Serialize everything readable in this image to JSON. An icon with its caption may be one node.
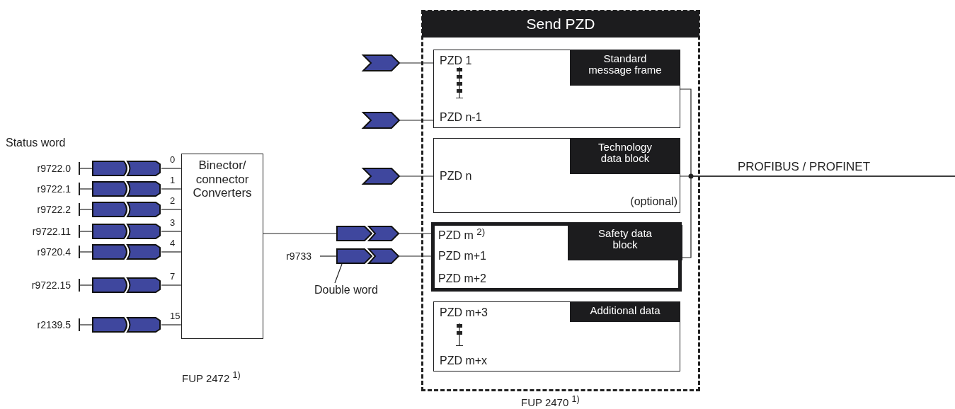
{
  "diagram": {
    "nodes": [
      {
        "text": [
          "r9722.0"
        ]
      },
      {
        "text": [],
        "shape": "chevron"
      },
      {
        "text": [
          "r9722.1"
        ]
      },
      {
        "text": [],
        "shape": "chevron"
      },
      {
        "text": [
          "r9722.2"
        ]
      },
      {
        "text": [],
        "shape": "chevron"
      },
      {
        "text": [
          "r9722.11"
        ]
      },
      {
        "text": [],
        "shape": "chevron"
      },
      {
        "text": [
          "r9720.4"
        ]
      },
      {
        "text": [],
        "shape": "chevron"
      },
      {
        "text": [
          "r9722.15"
        ]
      },
      {
        "text": [],
        "shape": "chevron"
      },
      {
        "text": [
          "r2139.5"
        ]
      },
      {
        "text": [],
        "shape": "chevron"
      },
      {
        "text": [
          "Binector/ connector Converters"
        ],
        "beside": [
          "FUP 2472 $^{1)}$"
        ]
      },
      {
        "text": [
          "r9733"
        ]
      },
      {
        "text": [],
        "shape": "chevron"
      },
      {
        "text": [],
        "shape": "chevron"
      },
      {
        "text": [
          "Double word"
        ]
      },
      {
        "text": [],
        "shape": "chevron"
      },
      {
        "text": [],
        "shape": "chevron"
      },
      {
        "text": [],
        "shape": "chevron"
      },
      {
        "text": [
          "Send PZD"
        ],
        "beside": [
          "FUP 2470 $^{1)}$"
        ]
      },
      {
        "text": [
          "PZD 1",
          "Standard message frame",
          "PZD n-1"
        ],
        "in": 22
      },
      {
        "text": [
          "Technology data block",
          "PZD n",
          "(optional)"
        ],
        "in": 22
      },
      {
        "text": [
          "PZD m $^{2)}$",
          "Safety data block",
          "PZD m+1",
          "PZD m+2"
        ],
        "in": 22
      },
      {
        "text": [
          "PZD m+3",
          "Additional data",
          "PZD m+x"
        ],
        "in": 22
      }
    ],
    "edges": [
      {
        "from": 0,
        "to": 1,
        "arrow": "other"
      },
      {
        "from": 2,
        "to": 3,
        "arrow": "other"
      },
      {
        "from": 4,
        "to": 5,
        "arrow": "other"
      },
      {
        "from": 6,
        "to": 7,
        "arrow": "other"
      },
      {
        "from": 8,
        "to": 9,
        "arrow": "other"
      },
      {
        "from": 10,
        "to": 11,
        "arrow": "other"
      },
      {
        "from": 12,
        "to": 13,
        "arrow": "other"
      },
      {
        "from": 1,
        "to": 14,
        "arrow": "none",
        "label": "0"
      },
      {
        "from": 3,
        "to": 14,
        "arrow": "none",
        "label": "1"
      },
      {
        "from": 5,
        "to": 14,
        "arrow": "none",
        "label": "2"
      },
      {
        "from": 7,
        "to": 14,
        "arrow": "none",
        "label": "3"
      },
      {
        "from": 9,
        "to": 14,
        "arrow": "none",
        "label": "4"
      },
      {
        "from": 11,
        "to": 14,
        "arrow": "none",
        "label": "7"
      },
      {
        "from": 13,
        "to": 14,
        "arrow": "none",
        "label": "15"
      },
      {
        "from": 14,
        "to": 16,
        "arrow": "none"
      },
      {
        "from": 15,
        "to": 17,
        "arrow": "none"
      },
      {
        "from": 18,
        "to": 17,
        "arrow": "none"
      },
      {
        "from": 16,
        "to": 25,
        "arrow": "none"
      },
      {
        "from": 17,
        "to": 25,
        "arrow": "none"
      },
      {
        "from": 19,
        "to": 23,
        "arrow": "none"
      },
      {
        "from": 20,
        "to": 23,
        "arrow": "none"
      },
      {
        "from": 21,
        "to": 24,
        "arrow": "none"
      },
      {
        "from": 23,
        "to": null,
        "arrow": "none"
      },
      {
        "from": 24,
        "to": null,
        "arrow": "none",
        "label": "PROFIBUS / PROFINET"
      },
      {
        "from": 25,
        "to": null,
        "arrow": "none"
      }
    ],
    "labels": [
      "Status word"
    ]
  }
}
